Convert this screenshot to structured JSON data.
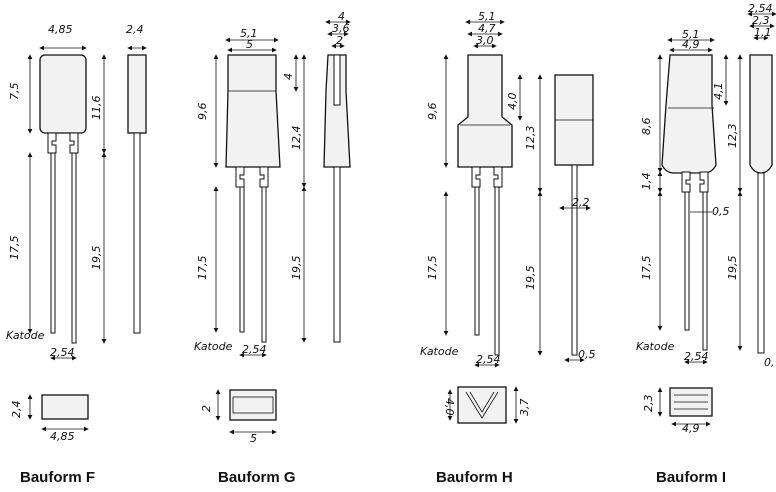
{
  "forms": [
    {
      "caption": "Bauform F",
      "dims": {
        "width_top": "4,85",
        "side_top": "2,4",
        "body_h": "7,5",
        "overall_h": "11,6",
        "lead_l": "17,5",
        "lead_total": "19,5",
        "pitch": "2,54",
        "base_h": "2,4",
        "base_w": "4,85"
      },
      "katode": "Katode"
    },
    {
      "caption": "Bauform G",
      "dims": {
        "width_outer": "5,1",
        "width_inner": "5",
        "side_a": "4",
        "side_b": "3,6",
        "side_c": "2",
        "body_h": "9,6",
        "top_h": "4",
        "overall_h": "12,4",
        "lead_l": "17,5",
        "lead_total": "19,5",
        "pitch": "2,54",
        "base_h": "2",
        "base_w": "5"
      },
      "katode": "Katode"
    },
    {
      "caption": "Bauform H",
      "dims": {
        "w1": "5,1",
        "w2": "4,7",
        "w3": "3,0",
        "body_h": "9,6",
        "top_h": "4,0",
        "overall_h": "12,3",
        "lead_w": "2,2",
        "lead_l": "17,5",
        "lead_total": "19,5",
        "pitch": "2,54",
        "lead_d": "0,5",
        "base_a": "4,0",
        "base_b": "3,7"
      },
      "katode": "Katode"
    },
    {
      "caption": "Bauform I",
      "dims": {
        "w1": "5,1",
        "w2": "4,9",
        "s1": "2,54",
        "s2": "2,3",
        "s3": "1,1",
        "body_h": "8,6",
        "top_h": "4,1",
        "overall_h": "12,3",
        "neck": "1,4",
        "lead_d": "0,5",
        "lead_l": "17,5",
        "lead_total": "19,5",
        "pitch": "2,54",
        "lead_d2": "0,",
        "base_h": "2,3",
        "base_w": "4,9"
      },
      "katode": "Katode"
    }
  ]
}
